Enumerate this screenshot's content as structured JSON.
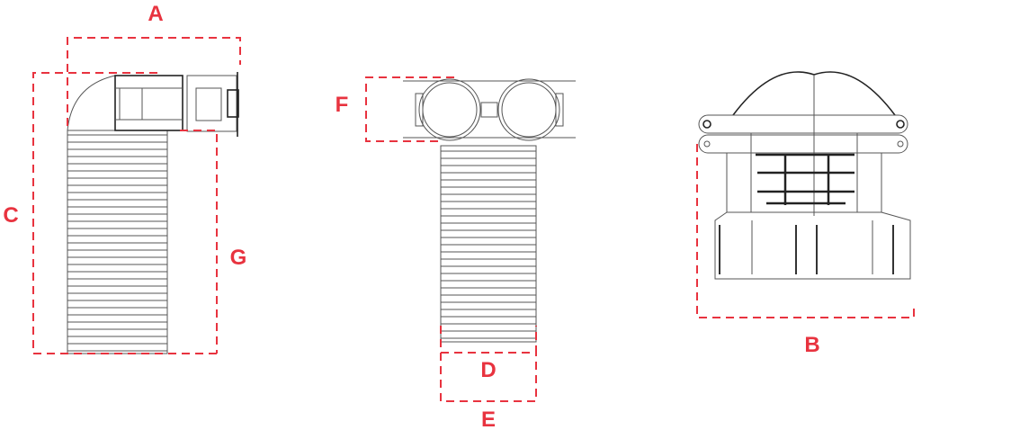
{
  "labels": {
    "A": "A",
    "B": "B",
    "C": "C",
    "D": "D",
    "E": "E",
    "F": "F",
    "G": "G"
  },
  "colors": {
    "dimension": "#e8333f",
    "drawing": "#555555"
  }
}
